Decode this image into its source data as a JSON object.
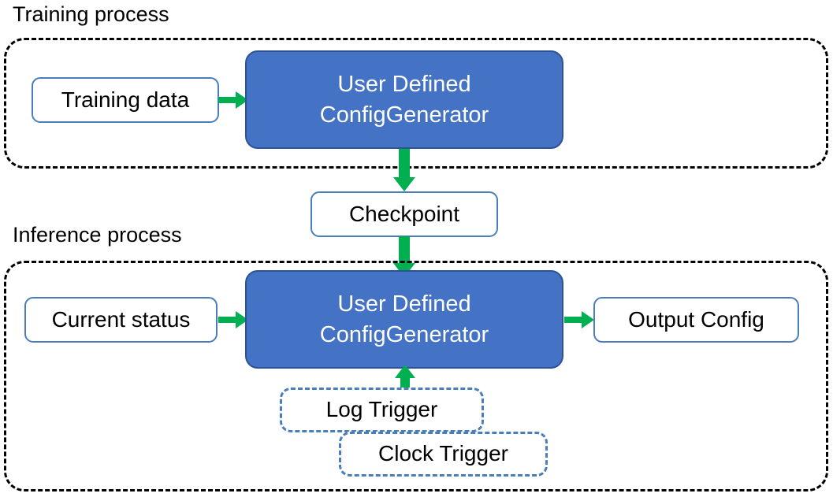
{
  "diagram": {
    "title_training": "Training process",
    "title_inference": "Inference process",
    "accent_blue": "#4472C4",
    "accent_blue_border": "#2E5295",
    "node_border_blue": "#4A7EBB",
    "arrow_green": "#00B050",
    "group_border": "#000000",
    "background": "#FFFFFF"
  },
  "training": {
    "caption": "Training process",
    "input_node": "Training data",
    "process_node": {
      "line1": "User Defined",
      "line2": "ConfigGenerator"
    }
  },
  "checkpoint": {
    "label": "Checkpoint"
  },
  "inference": {
    "caption": "Inference process",
    "input_node": "Current status",
    "process_node": {
      "line1": "User Defined",
      "line2": "ConfigGenerator"
    },
    "output_node": "Output Config",
    "triggers": [
      {
        "label": "Log Trigger"
      },
      {
        "label": "Clock Trigger"
      }
    ]
  },
  "arrows": [
    {
      "name": "training-data-to-generator",
      "direction": "right"
    },
    {
      "name": "training-generator-to-checkpoint",
      "direction": "down"
    },
    {
      "name": "checkpoint-to-inference-generator",
      "direction": "down"
    },
    {
      "name": "current-status-to-generator",
      "direction": "right"
    },
    {
      "name": "generator-to-output-config",
      "direction": "right"
    },
    {
      "name": "triggers-to-generator",
      "direction": "up"
    }
  ]
}
